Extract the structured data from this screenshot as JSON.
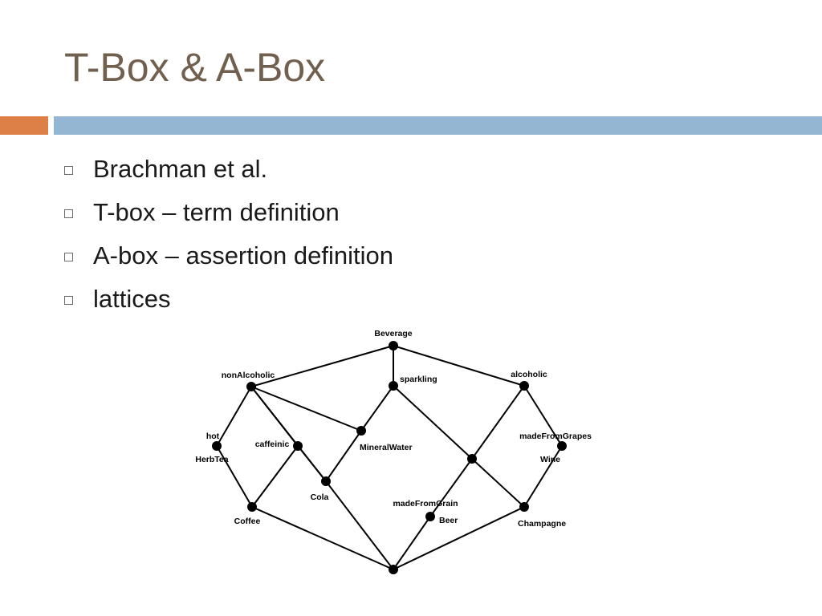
{
  "slide": {
    "title": "T-Box & A-Box",
    "accent_colors": {
      "title": "#72604f",
      "orange_bar": "#dd8047",
      "blue_bar": "#94b6d2"
    },
    "bullet_icon": "hollow-square-icon",
    "bullets": [
      "Brachman et al.",
      "T-box – term definition",
      "A-box – assertion definition",
      "lattices"
    ]
  },
  "diagram": {
    "type": "lattice",
    "nodes": [
      {
        "id": "beverage",
        "label": "Beverage"
      },
      {
        "id": "nonAlcoholic",
        "label": "nonAlcoholic"
      },
      {
        "id": "sparkling",
        "label": "sparkling"
      },
      {
        "id": "alcoholic",
        "label": "alcoholic"
      },
      {
        "id": "hot",
        "label": "hot"
      },
      {
        "id": "herbTea",
        "label": "HerbTea"
      },
      {
        "id": "caffeinic",
        "label": "caffeinic"
      },
      {
        "id": "mineralWater",
        "label": "MineralWater"
      },
      {
        "id": "madeFromGrapes",
        "label": "madeFromGrapes"
      },
      {
        "id": "wine",
        "label": "Wine"
      },
      {
        "id": "sparklingAlcoholic",
        "label": ""
      },
      {
        "id": "cola",
        "label": "Cola"
      },
      {
        "id": "madeFromGrain",
        "label": "madeFromGrain"
      },
      {
        "id": "beer",
        "label": "Beer"
      },
      {
        "id": "coffee",
        "label": "Coffee"
      },
      {
        "id": "champagne",
        "label": "Champagne"
      },
      {
        "id": "bottom",
        "label": ""
      }
    ],
    "edges": [
      [
        "beverage",
        "nonAlcoholic"
      ],
      [
        "beverage",
        "sparkling"
      ],
      [
        "beverage",
        "alcoholic"
      ],
      [
        "nonAlcoholic",
        "hot"
      ],
      [
        "nonAlcoholic",
        "mineralWater"
      ],
      [
        "nonAlcoholic",
        "caffeinic"
      ],
      [
        "nonAlcoholic",
        "cola"
      ],
      [
        "sparkling",
        "mineralWater"
      ],
      [
        "sparkling",
        "sparklingAlcoholic"
      ],
      [
        "alcoholic",
        "sparklingAlcoholic"
      ],
      [
        "alcoholic",
        "wine"
      ],
      [
        "hot",
        "coffee"
      ],
      [
        "caffeinic",
        "coffee"
      ],
      [
        "caffeinic",
        "cola"
      ],
      [
        "mineralWater",
        "cola"
      ],
      [
        "sparklingAlcoholic",
        "beer"
      ],
      [
        "sparklingAlcoholic",
        "champagne"
      ],
      [
        "wine",
        "champagne"
      ],
      [
        "coffee",
        "bottom"
      ],
      [
        "cola",
        "bottom"
      ],
      [
        "beer",
        "bottom"
      ],
      [
        "champagne",
        "bottom"
      ]
    ]
  }
}
